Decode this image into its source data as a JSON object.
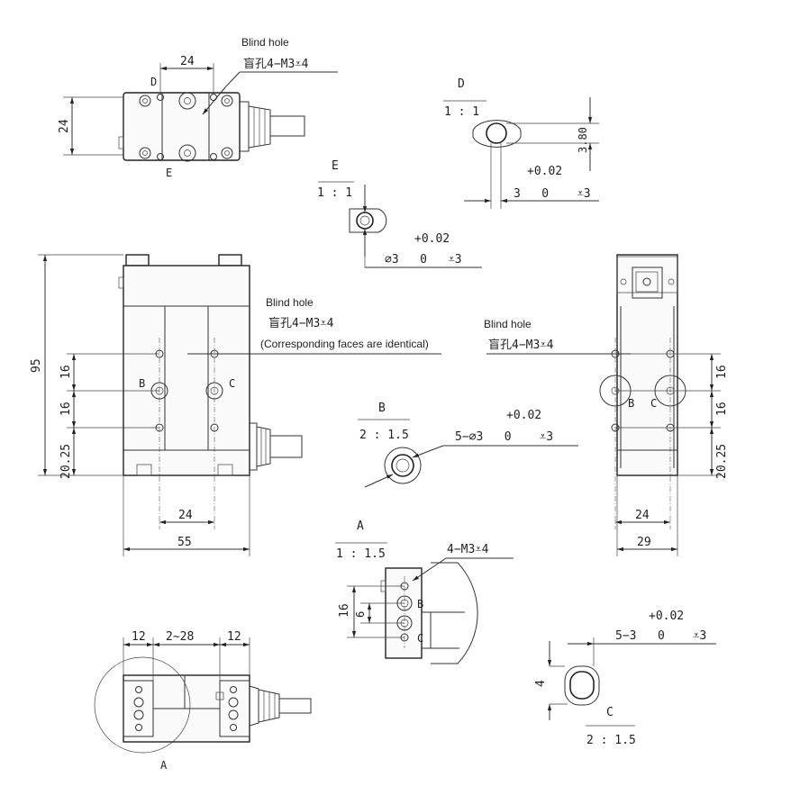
{
  "labels": {
    "blind_hole_en_top": "Blind hole",
    "blind_hole_zh_top": "盲孔4−M3⩡4",
    "blind_hole_en_mid": "Blind hole",
    "blind_hole_zh_mid": "盲孔4−M3⩡4",
    "identical_note": "(Corresponding faces are identical)",
    "blind_hole_en_right": "Blind hole",
    "blind_hole_zh_right": "盲孔4−M3⩡4"
  },
  "top_view": {
    "dim_24_width": "24",
    "dim_24_height": "24",
    "label_d": "D",
    "label_e": "E"
  },
  "front_view": {
    "dim_95": "95",
    "dim_16_a": "16",
    "dim_16_b": "16",
    "dim_20_25": "20.25",
    "dim_24": "24",
    "dim_55": "55",
    "label_b": "B",
    "label_c": "C"
  },
  "side_view": {
    "dim_16_a": "16",
    "dim_16_b": "16",
    "dim_20_25": "20.25",
    "dim_24": "24",
    "dim_29": "29",
    "label_b": "B",
    "label_c": "C"
  },
  "detail_d": {
    "name": "D",
    "scale": "1 : 1",
    "tol": "+0.02",
    "spec": "3   0    ⩡3",
    "dim_3_80": "3.80"
  },
  "detail_e": {
    "name": "E",
    "scale": "1 : 1",
    "tol": "+0.02",
    "spec": "∅3   0   ⩡3"
  },
  "detail_b": {
    "name": "B",
    "scale": "2 : 1.5",
    "tol": "+0.02",
    "spec": "5−∅3   0    ⩡3"
  },
  "detail_a": {
    "name": "A",
    "scale": "1 : 1.5",
    "spec": "4−M3⩡4",
    "dim_16": "16",
    "dim_6": "6",
    "label_b": "B",
    "label_c": "C"
  },
  "detail_c": {
    "name": "C",
    "scale": "2 : 1.5",
    "tol": "+0.02",
    "spec": "5−3   0    ⩡3",
    "dim_4": "4"
  },
  "bottom_view": {
    "dim_12_left": "12",
    "dim_stroke": "2∼28",
    "dim_12_right": "12",
    "label_a": "A"
  }
}
